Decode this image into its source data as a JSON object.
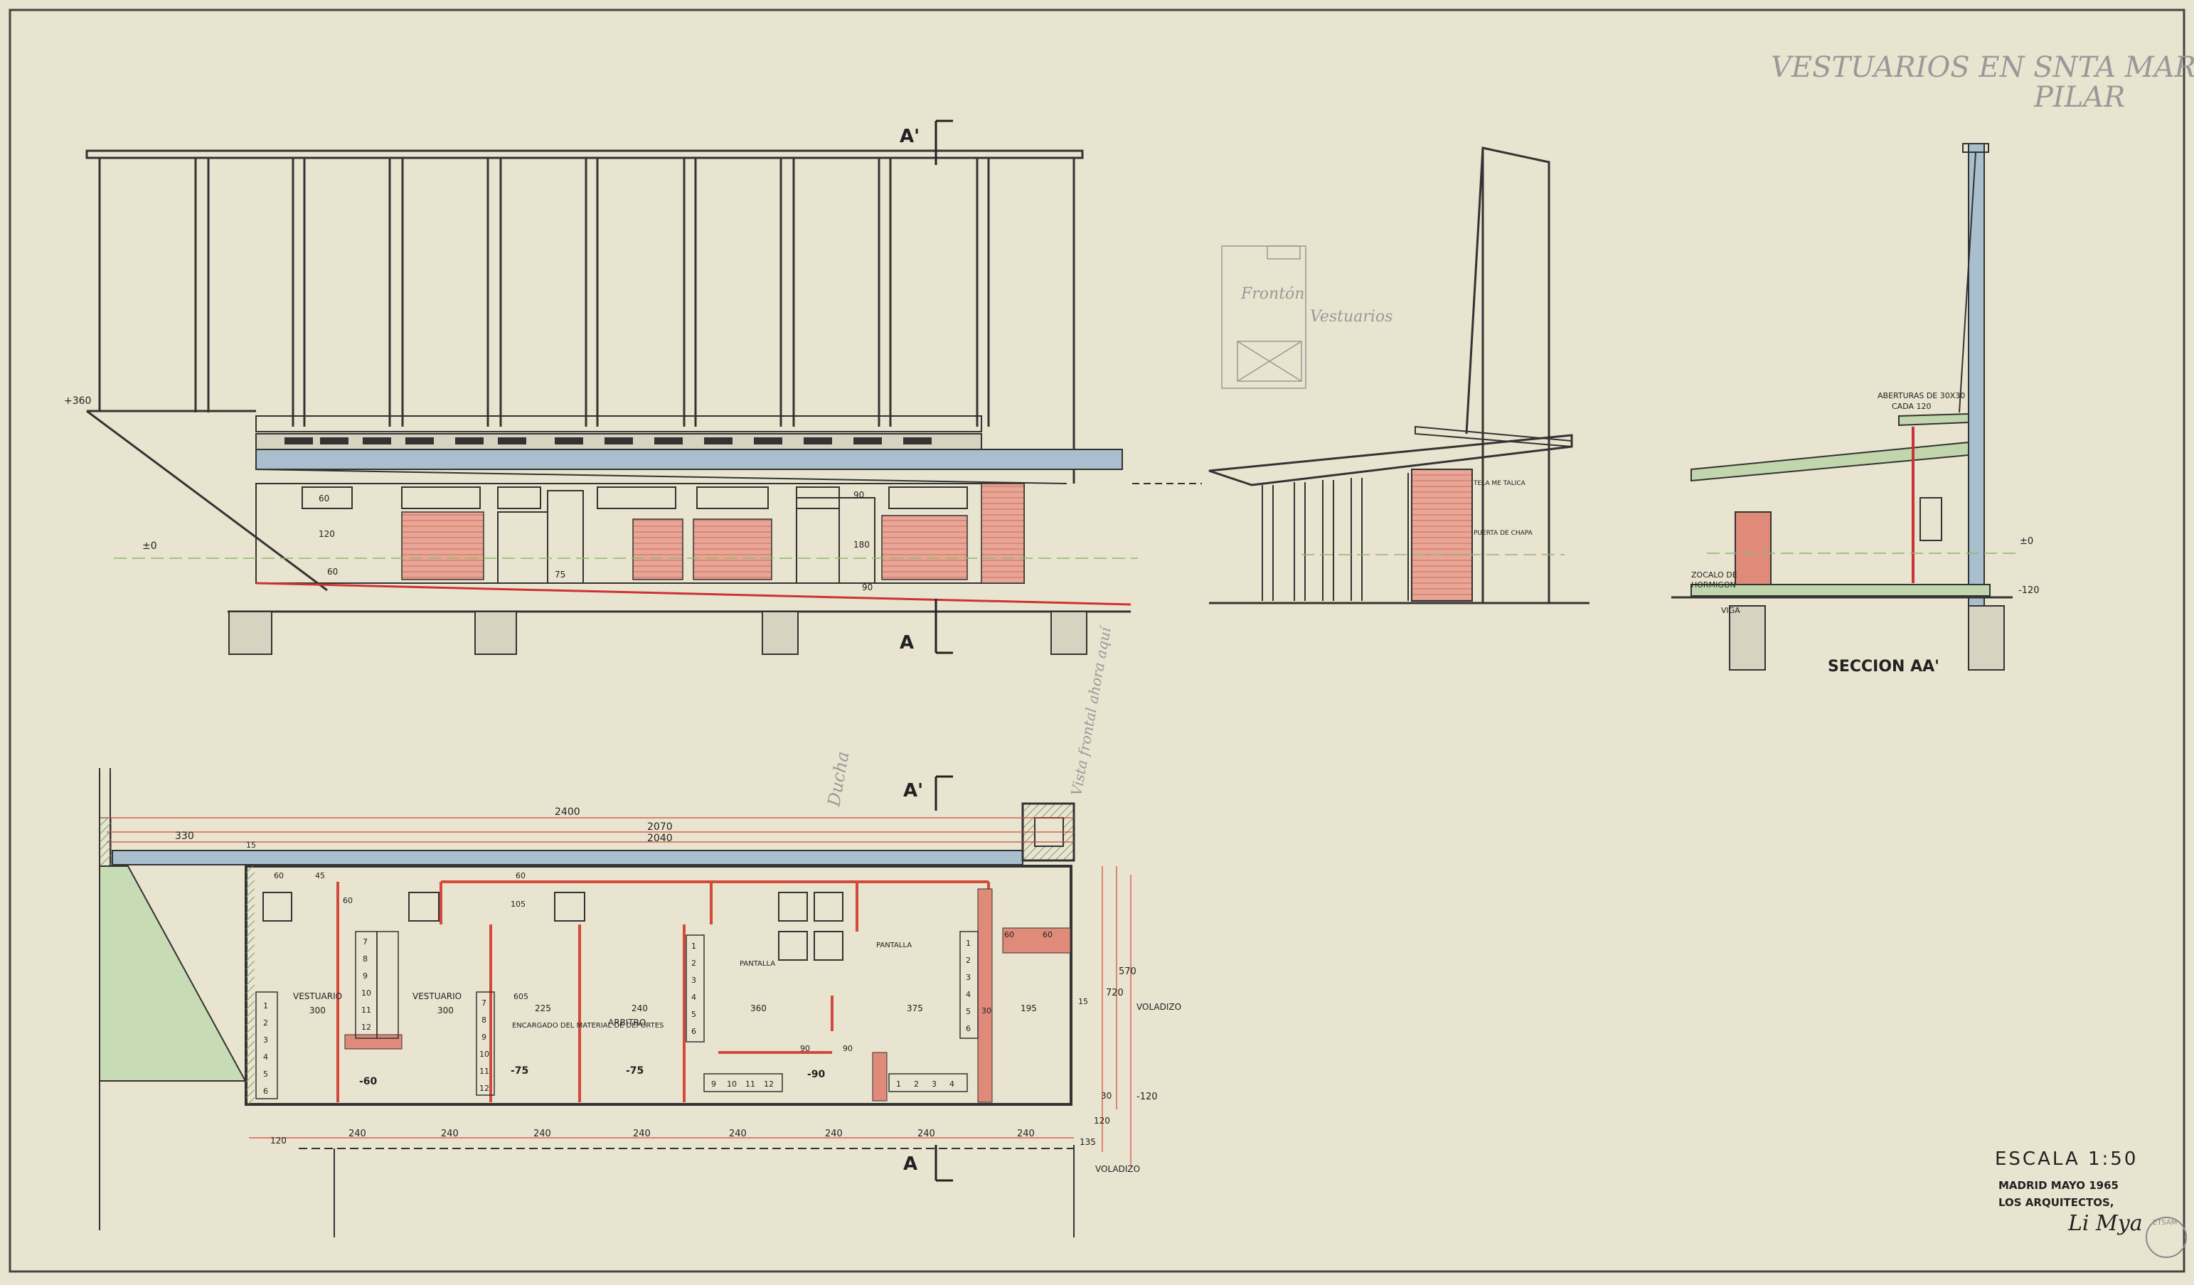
{
  "sheet": {
    "title_line1": "VESTUARIOS EN SNTA MARIA DEL",
    "title_line2": "PILAR",
    "scale": "ESCALA 1:50",
    "date": "MADRID MAYO 1965",
    "architects": "LOS ARQUITECTOS,",
    "signature": "Li Mya",
    "stamp": "ETSAM"
  },
  "elevation": {
    "level_top": "+360",
    "level_zero": "±0",
    "level_note_1": "75",
    "level_note_2": "90",
    "dim_60": "60",
    "dim_120": "120",
    "dim_60b": "60",
    "dim_90": "90",
    "dim_180": "180",
    "section_mark_top": "A'",
    "section_mark_bottom": "A"
  },
  "side_view": {
    "label_tela": "TELA ME TALICA",
    "label_puerta": "PUERTA DE CHAPA",
    "sketch_note_1": "Frontón",
    "sketch_note_2": "Vestuarios"
  },
  "section": {
    "title": "SECCION AA'",
    "label_aberturas": "ABERTURAS DE 30X30",
    "label_cada": "CADA 120",
    "label_zocalo": "ZOCALO DE",
    "label_hormigon": "HORMIGON",
    "label_viga": "VIGA",
    "level_zero": "±0",
    "level_minus": "-120"
  },
  "plan": {
    "section_mark_top": "A'",
    "section_mark_bottom": "A",
    "dim_2400": "2400",
    "dim_2070": "2070",
    "dim_2040": "2040",
    "dim_330": "330",
    "dim_15": "15",
    "dims_bottom": [
      "240",
      "240",
      "240",
      "240",
      "240",
      "240",
      "240",
      "240"
    ],
    "dim_120_left": "120",
    "dim_135": "135",
    "dim_right_720": "720",
    "dim_right_570": "570",
    "dim_right_120": "120",
    "dim_right_30": "30",
    "dim_15_right": "15",
    "label_voladizo_1": "VOLADIZO",
    "label_voladizo_2": "VOLADIZO",
    "level_minus120": "-120",
    "rooms": [
      {
        "name": "VESTUARIO",
        "width": "300"
      },
      {
        "name": "VESTUARIO",
        "width": "300"
      },
      {
        "name": "ENCARGADO DEL MATERIAL DE DEPORTES",
        "width": "225"
      },
      {
        "name": "ARBITRO",
        "width": "240"
      },
      {
        "name": "",
        "width": "360"
      },
      {
        "name": "",
        "width": "375"
      },
      {
        "name": "",
        "width": "195"
      }
    ],
    "level_marks": [
      "-60",
      "-75",
      "-75",
      "-90"
    ],
    "label_pantalla_1": "PANTALLA",
    "label_pantalla_2": "PANTALLA",
    "dim_605": "605",
    "dim_105": "105",
    "dim_60a": "60",
    "dim_60b": "60",
    "dim_45": "45",
    "dim_60c": "60",
    "dim_90a": "90",
    "dim_90b": "90",
    "dim_30": "30",
    "dim_60d": "60",
    "dim_60e": "60",
    "lockers_1": [
      "1",
      "2",
      "3",
      "4",
      "5",
      "6"
    ],
    "lockers_2": [
      "7",
      "8",
      "9",
      "10",
      "11",
      "12"
    ],
    "lockers_3": [
      "7",
      "8",
      "9",
      "10",
      "11",
      "12"
    ],
    "lockers_4": [
      "1",
      "2",
      "3",
      "4",
      "5",
      "6"
    ],
    "lockers_5": [
      "9",
      "10",
      "11",
      "12"
    ],
    "lockers_6": [
      "1",
      "2",
      "3",
      "4"
    ],
    "lockers_7": [
      "1",
      "2",
      "3",
      "4",
      "5",
      "6"
    ],
    "note_ducha": "Ducha",
    "note_vista": "Vista frontal ahora aquí"
  },
  "colors": {
    "paper": "#e9e4cf",
    "ink": "#2a2a2a",
    "brick": "#e08a7a",
    "blue": "#9fb7c7",
    "green": "#b9d0a0",
    "red_line": "#d24a3a"
  }
}
